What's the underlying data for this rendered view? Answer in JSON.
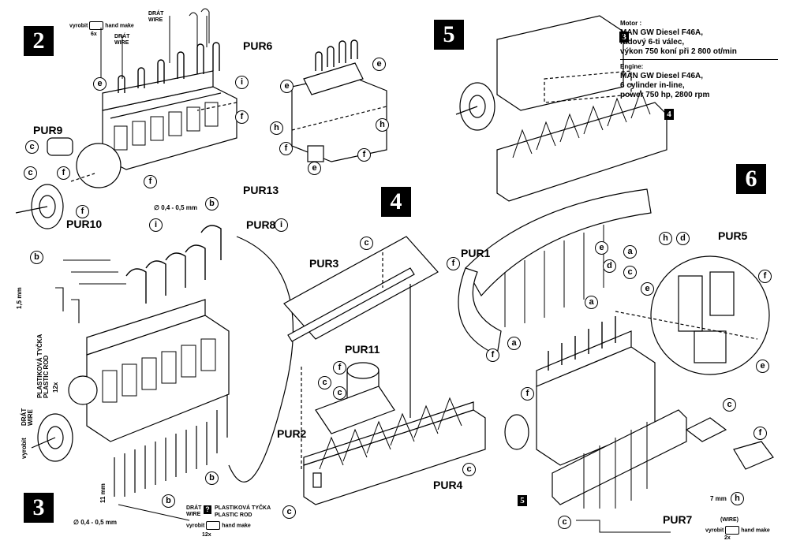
{
  "steps": [
    "2",
    "3",
    "4",
    "5",
    "6"
  ],
  "step_refs": {
    "ref3": "3",
    "ref4": "4",
    "ref5": "5"
  },
  "parts": {
    "pur1": "PUR1",
    "pur2": "PUR2",
    "pur3": "PUR3",
    "pur4": "PUR4",
    "pur5": "PUR5",
    "pur6": "PUR6",
    "pur7": "PUR7",
    "pur8": "PUR8",
    "pur9": "PUR9",
    "pur10": "PUR10",
    "pur11": "PUR11",
    "pur13": "PUR13"
  },
  "markers": {
    "a": "a",
    "b": "b",
    "c": "c",
    "d": "d",
    "e": "e",
    "f": "f",
    "h": "h",
    "i": "i"
  },
  "notes": {
    "vyrobit": "vyrobit",
    "hand_make": "hand make",
    "count_6x": "6x",
    "count_12x": "12x",
    "count_2x": "2x",
    "drat": "DRÁT",
    "wire": "WIRE",
    "wire_paren": "(WIRE)",
    "question": "?",
    "plastic_cz": "PLASTIKOVÁ TYČKA",
    "plastic_en": "PLASTIC ROD",
    "dim_wire": "∅ 0,4 - 0,5 mm",
    "dim_15": "1,5 mm",
    "dim_11": "11 mm",
    "dim_7": "7 mm"
  },
  "motor_info": {
    "cz_header": "Motor :",
    "cz_line1": "MAN GW Diesel F46A,",
    "cz_line2": "řadový 6-ti válec,",
    "cz_line3": "výkon 750 koní při 2 800 ot/min",
    "en_header": "Engine:",
    "en_line1": "MAN GW Diesel F46A,",
    "en_line2": "6 cylinder in-line,",
    "en_line3": "power 750 hp, 2800 rpm"
  }
}
